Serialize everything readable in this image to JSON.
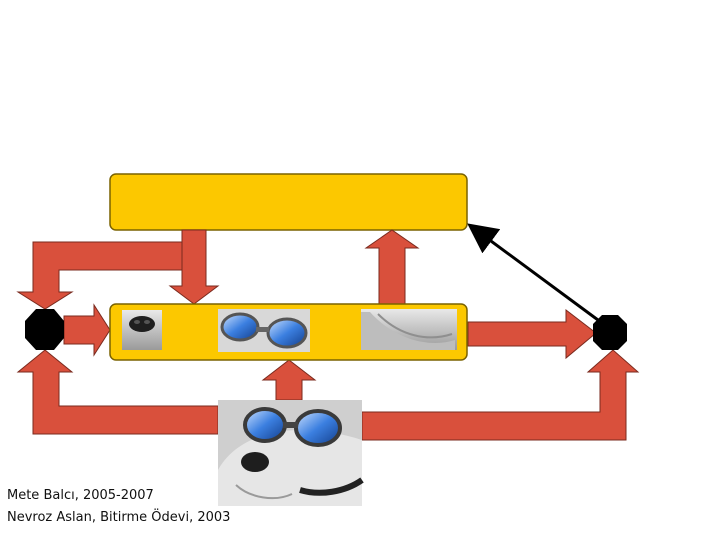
{
  "colors": {
    "arrow_fill": "#d9503c",
    "arrow_stroke": "#7a2a1e",
    "box_fill": "#fcc800",
    "box_stroke": "#7a6200",
    "node": "#000000",
    "connector": "#000000",
    "background": "#ffffff"
  },
  "images": [
    {
      "name": "dog-nose-image",
      "depicts": "close-up of dog nose"
    },
    {
      "name": "dog-goggles-image",
      "depicts": "blue goggles crop"
    },
    {
      "name": "dog-ear-image",
      "depicts": "close-up of dog ear"
    },
    {
      "name": "dog-portrait-image",
      "depicts": "dog wearing blue goggles"
    }
  ],
  "captions": {
    "line1": "Mete Balcı, 2005-2007",
    "line2": "Nevroz Aslan, Bitirme Ödevi, 2003"
  }
}
